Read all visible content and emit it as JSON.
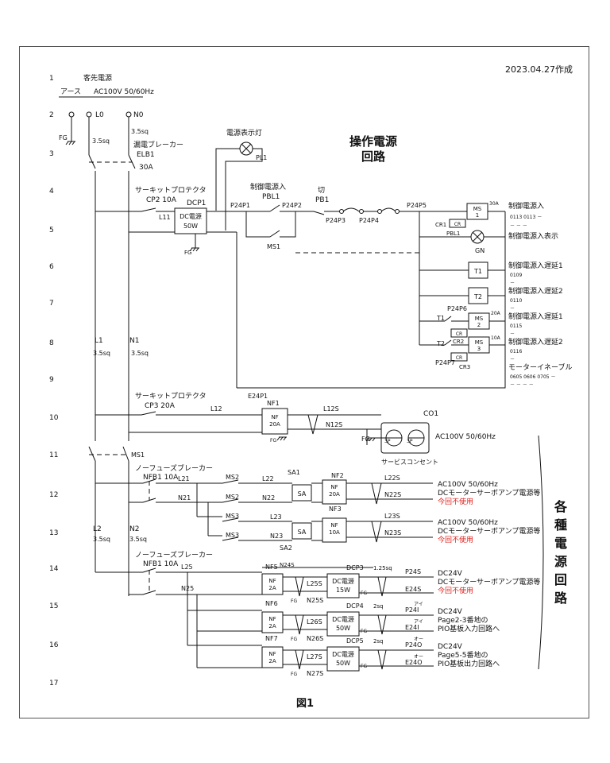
{
  "header": {
    "date_created": "2023.04.27作成"
  },
  "footer": {
    "figure_caption": "図1"
  },
  "row_numbers": [
    "1",
    "2",
    "3",
    "4",
    "5",
    "6",
    "7",
    "8",
    "9",
    "10",
    "11",
    "12",
    "13",
    "14",
    "15",
    "16",
    "17"
  ],
  "section_titles": {
    "control_power_line1": "操作電源",
    "control_power_line2": "回路",
    "various_power": [
      "各",
      "種",
      "電",
      "源",
      "回",
      "路"
    ]
  },
  "source": {
    "title": "客先電源",
    "earth": "アース",
    "ac_input": "AC100V 50/60Hz",
    "terminal_l0": "L0",
    "terminal_n0": "N0",
    "fg": "FG",
    "wire_3_5sq_a": "3.5sq",
    "wire_3_5sq_b": "3.5sq",
    "breaker_name": "漏電ブレーカー",
    "breaker_id": "ELB1",
    "breaker_rating": "30A"
  },
  "trunk": {
    "l1": "L1",
    "n1": "N1",
    "l1_size": "3.5sq",
    "n1_size": "3.5sq",
    "l2": "L2",
    "n2": "N2",
    "l2_size": "3.5sq",
    "n2_size": "3.5sq",
    "ms1": "MS1"
  },
  "control": {
    "cp_name": "サーキットプロテクタ",
    "cp_id": "CP2 10A",
    "l11": "L11",
    "dcp1": "DCP1",
    "dcp1_line1": "DC電源",
    "dcp1_line2": "50W",
    "fg": "FG",
    "lamp_title": "電源表示灯",
    "pl1": "PL1",
    "pbl1_title": "制御電源入",
    "pbl1": "PBL1",
    "ms1_contact": "MS1",
    "pb1_title": "切",
    "pb1": "PB1",
    "n_p24p1": "P24P1",
    "n_p24p2": "P24P2",
    "n_p24p3": "P24P3",
    "n_p24p4": "P24P4",
    "n_p24p5": "P24P5",
    "n_p24p6": "P24P6",
    "n_p24p7": "P24P7",
    "ms1_coil_l1": "MS",
    "ms1_coil_l2": "1",
    "ms1_rating": "30A",
    "cr1": "CR1",
    "pbl1_lamp": "PBL1",
    "gn": "GN",
    "t1": "T1",
    "t2": "T2",
    "cr": "CR",
    "cr2": "CR2",
    "cr3": "CR3",
    "ms2_coil_l1": "MS",
    "ms2_coil_l2": "2",
    "ms2_rating": "20A",
    "ms3_coil_l1": "MS",
    "ms3_coil_l2": "3",
    "ms3_rating": "10A",
    "desc_power_on": "制御電源入",
    "ref_power_on_1": "0113 0113 －",
    "ref_power_on_2": "－ －  －",
    "desc_power_on_display": "制御電源入表示",
    "desc_delay1": "制御電源入遅延1",
    "ref_delay1_1": "0109",
    "ref_delay1_2": "－",
    "desc_delay2": "制御電源入遅延2",
    "ref_delay2_1": "0110",
    "ref_delay2_2": "－",
    "desc_delay1b": "制御電源入遅延1",
    "ref_delay1b_1": "0115",
    "ref_delay1b_2": "－",
    "desc_delay2b": "制御電源入遅延2",
    "ref_delay2b_1": "0116",
    "ref_delay2b_2": "－",
    "desc_motor_enable": "モーターイネーブル",
    "ref_motor_1": "0605 0606 0705 －",
    "ref_motor_2": "－ －  －  －"
  },
  "outlet": {
    "cp_name": "サーキットプロテクタ",
    "cp_id": "CP3 20A",
    "e24p1": "E24P1",
    "l12": "L12",
    "l12s": "L12S",
    "n12s": "N12S",
    "nf1": "NF1",
    "nf1_rating": "20A",
    "fg": "FG",
    "co1": "CO1",
    "ac": "AC100V 50/60Hz",
    "outlet_name": "サービスコンセント",
    "plug": "3P"
  },
  "nfb1_top": {
    "name": "ノーフューズブレーカー",
    "id": "NFB1 10A",
    "l21": "L21",
    "n21": "N21",
    "ms2": "MS2",
    "ms3": "MS3",
    "l22": "L22",
    "n22": "N22",
    "l23": "L23",
    "n23": "N23",
    "sa1": "SA1",
    "sa2": "SA2",
    "sa": "SA",
    "nf2": "NF2",
    "nf3": "NF3",
    "nf": "NF",
    "nf2_rating": "20A",
    "nf3_rating": "10A",
    "l22s": "L22S",
    "n22s": "N22S",
    "l23s": "L23S",
    "n23s": "N23S",
    "out_ac": "AC100V 50/60Hz",
    "out_desc": "DCモーターサーボアンプ電源等",
    "not_used": "今回不使用"
  },
  "nfb1_bottom": {
    "name": "ノーフューズブレーカー",
    "id": "NFB1 10A",
    "l25": "L25",
    "n25": "N25",
    "nf5": "NF5",
    "nf6": "NF6",
    "nf7": "NF7",
    "nf": "NF",
    "rating": "2A",
    "n24s": "N24S",
    "l25s": "L25S",
    "n25s": "N25S",
    "l26s": "L26S",
    "n26s": "N26S",
    "l27s": "L27S",
    "n27s": "N27S",
    "dcp3": "DCP3",
    "dcp4": "DCP4",
    "dcp5": "DCP5",
    "dc": "DC電源",
    "w15": "15W",
    "w50": "50W",
    "sq125": "1.25sq",
    "sq2": "2sq",
    "p24s": "P24S",
    "e24s": "E24S",
    "p24i": "P24I",
    "e24i": "E24I",
    "p24o": "P24O",
    "e24o": "E24O",
    "ai": "アイ",
    "oo": "オー",
    "out1_v": "DC24V",
    "out1_desc": "DCモーターサーボアンプ電源等",
    "not_used": "今回不使用",
    "out2_v": "DC24V",
    "out2_l2": "Page2-3番地の",
    "out2_l3": "PIO基板入力回路へ",
    "out3_v": "DC24V",
    "out3_l2": "Page5-5番地の",
    "out3_l3": "PIO基板出力回路へ"
  }
}
